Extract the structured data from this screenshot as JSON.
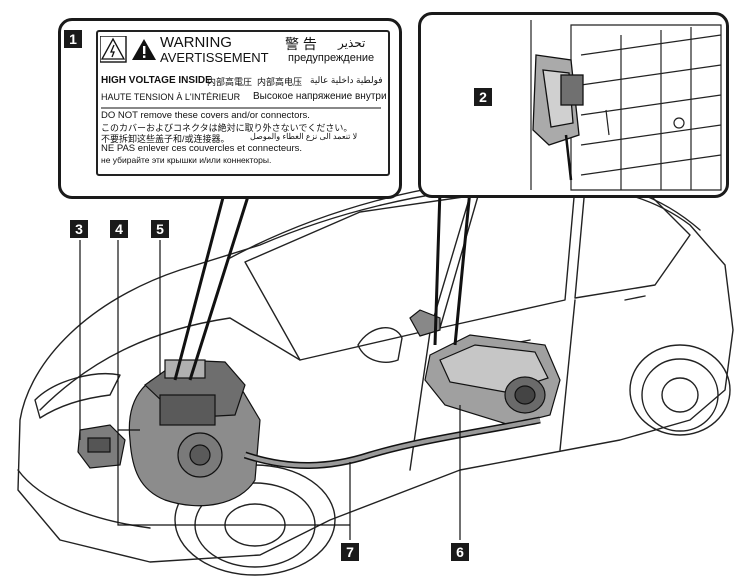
{
  "callouts": [
    "1",
    "2",
    "3",
    "4",
    "5",
    "6",
    "7"
  ],
  "warning_label": {
    "warning_en": "WARNING",
    "warning_fr": "AVERTISSEMENT",
    "warning_ja": "警 告",
    "warning_ar": "تحذير",
    "warning_ru": "предупреждение",
    "hv_en": "HIGH VOLTAGE INSIDE",
    "hv_ja": "内部高電圧",
    "hv_zh": "内部高电压",
    "hv_ar": "فولطية داخلية عالية",
    "hv_fr": "HAUTE TENSION À L'INTÉRIEUR",
    "hv_ru": "Высокое напряжение внутри",
    "do_not_en": "DO NOT remove these covers and/or connectors.",
    "do_not_ja": "このカバーおよびコネクタは絶対に取り外さないでください。",
    "do_not_zh": "不要拆卸这些盖子和/或连接器。",
    "do_not_ar": "لا تنعمد الى نزع الغطاء والموصل",
    "do_not_fr": "NE PAS enlever ces couvercles et connecteurs.",
    "do_not_ru": "не убирайте эти крышки и/или коннекторы."
  },
  "colors": {
    "ink": "#1a1a1a",
    "background": "#ffffff"
  }
}
